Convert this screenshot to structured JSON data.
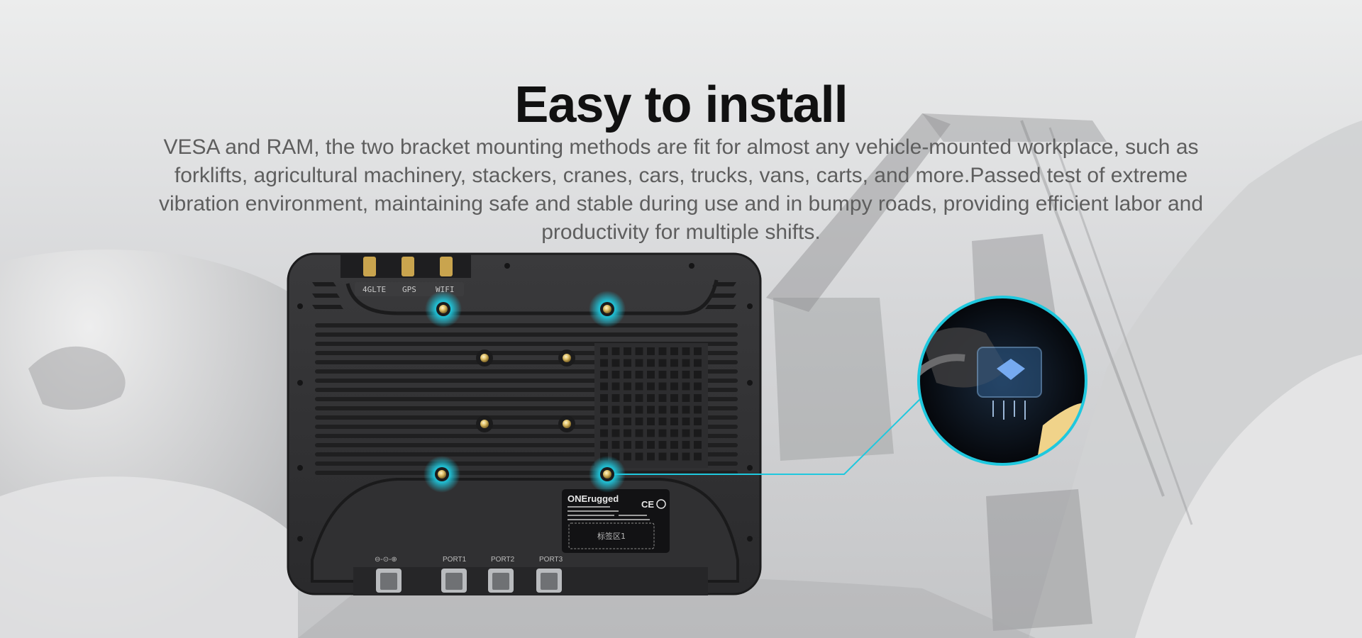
{
  "heading": {
    "title": "Easy to install",
    "description": "VESA and RAM, the two bracket mounting methods are fit for almost any vehicle-mounted workplace, such as forklifts, agricultural machinery, stackers, cranes, cars, trucks, vans, carts, and more.Passed test of extreme vibration environment, maintaining safe and stable during use and in bumpy roads, providing efficient labor and productivity for multiple shifts."
  },
  "device": {
    "antenna_labels": [
      "4GLTE",
      "GPS",
      "WIFI"
    ],
    "brand": "ONErugged",
    "label_area_text": "标签区1",
    "port_labels": [
      "PORT1",
      "PORT2",
      "PORT3"
    ],
    "power_symbol": "⊖-⊙-⊕"
  },
  "colors": {
    "accent_cyan": "#1fc8de",
    "device_body": "#2e2e30",
    "title": "#111111",
    "description": "#5e5e5e"
  }
}
